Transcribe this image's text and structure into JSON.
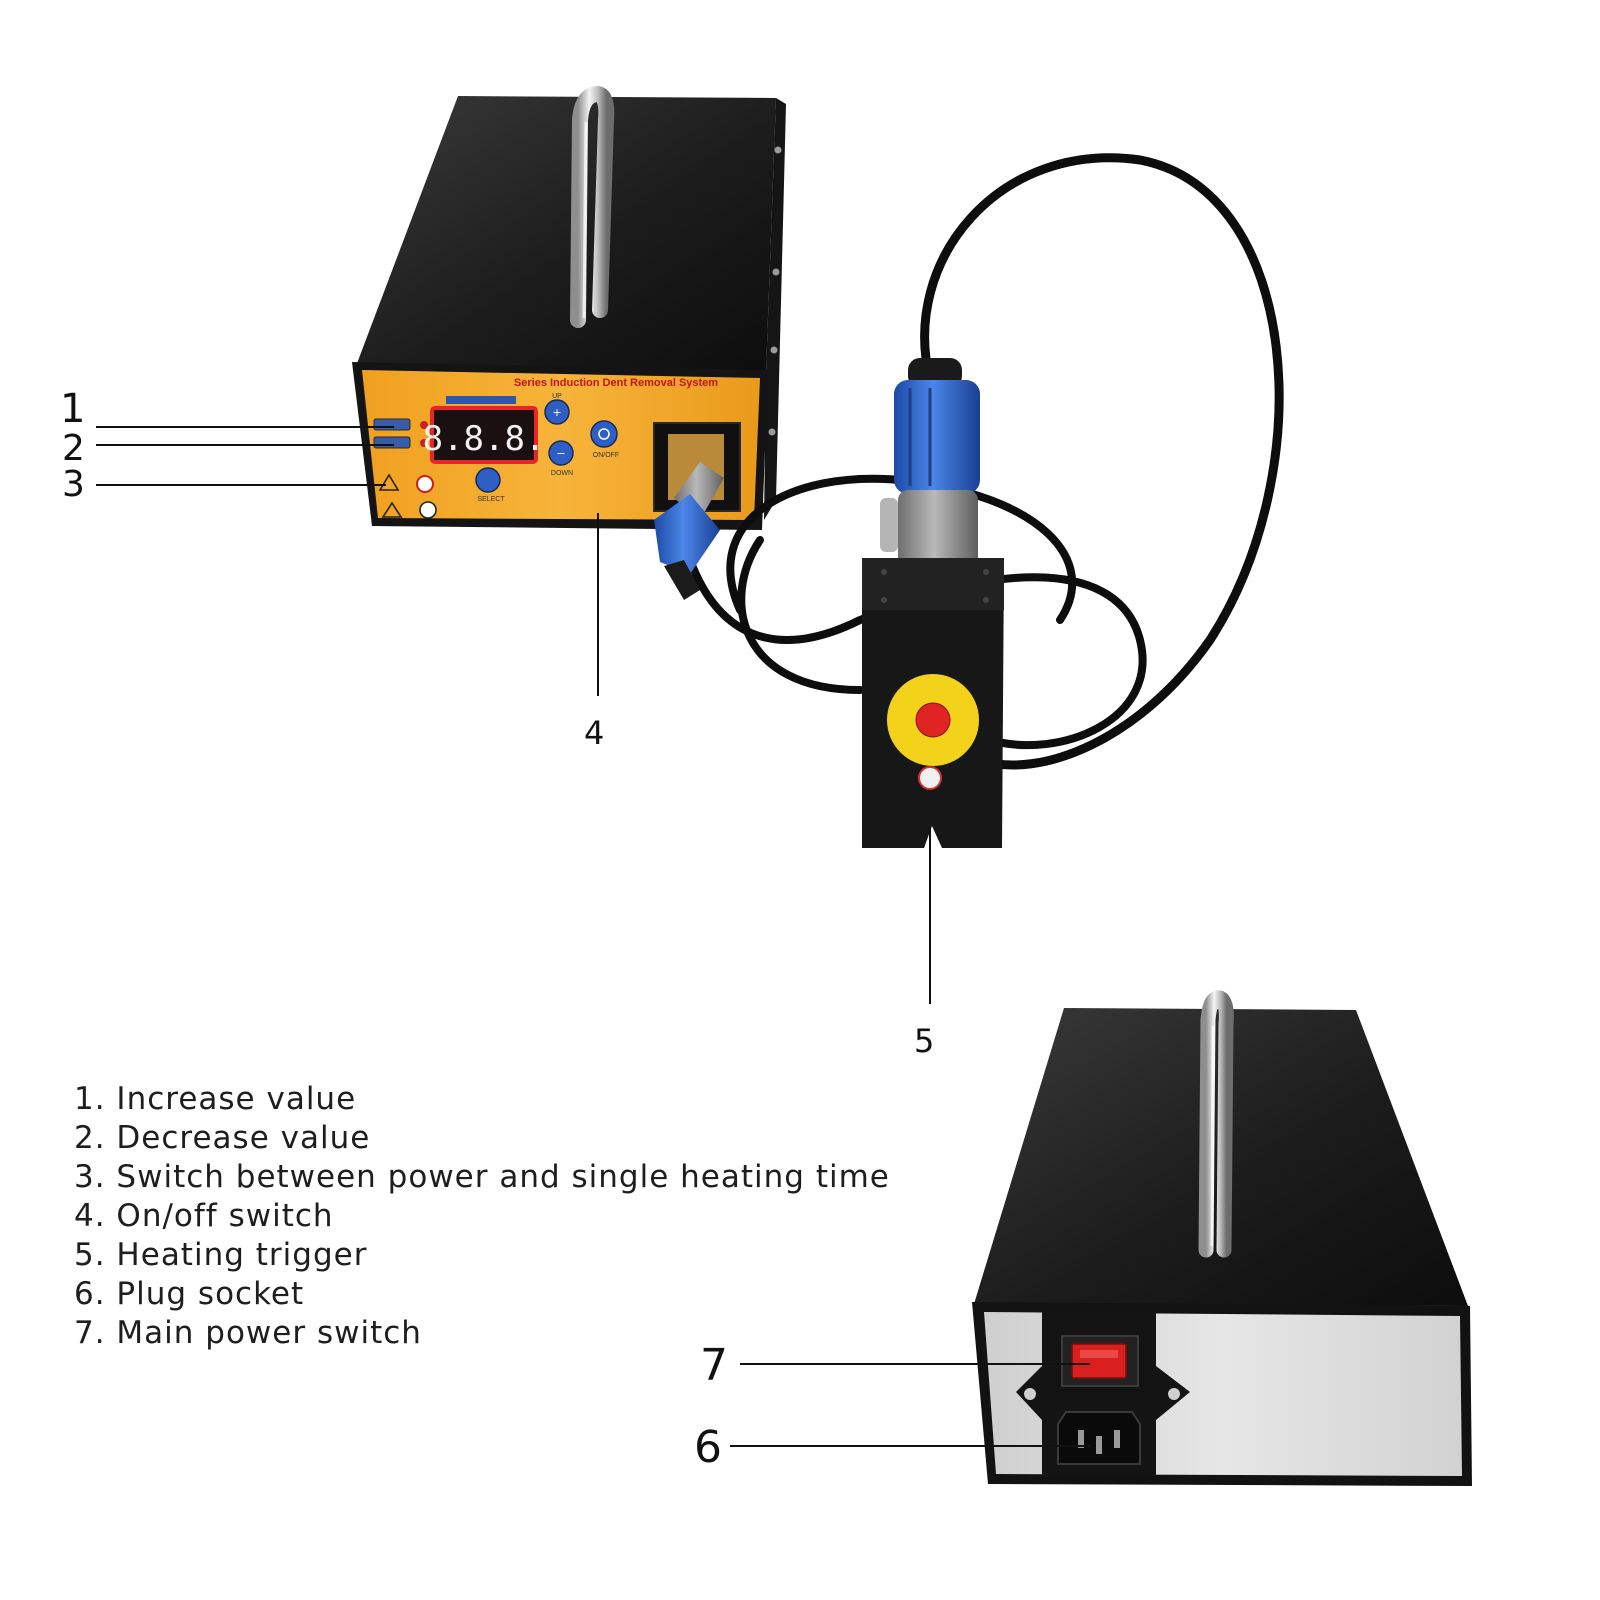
{
  "panel": {
    "brand_text": "Series Induction Dent Removal System",
    "display_reading": "8.8.8.",
    "btn_up": "UP",
    "btn_down": "DOWN",
    "btn_onoff": "ON/OFF",
    "btn_select": "SELECT"
  },
  "callouts": {
    "c1": "1",
    "c2": "2",
    "c3": "3",
    "c4": "4",
    "c5": "5",
    "c6": "6",
    "c7": "7"
  },
  "legend": {
    "items": [
      "1. Increase value",
      "2. Decrease value",
      "3. Switch between power and single heating time",
      "4. On/off switch",
      "5. Heating trigger",
      "6. Plug socket",
      "7. Main power switch"
    ]
  },
  "colors": {
    "panel_orange": "#f5a623",
    "housing_black": "#1b1b1b",
    "connector_blue": "#2f64c8",
    "trigger_yellow": "#f2d21a",
    "trigger_red": "#e02424",
    "display_red": "#e8232a",
    "rocker_red": "#d9201f",
    "rear_grey": "#d9d9d9"
  }
}
